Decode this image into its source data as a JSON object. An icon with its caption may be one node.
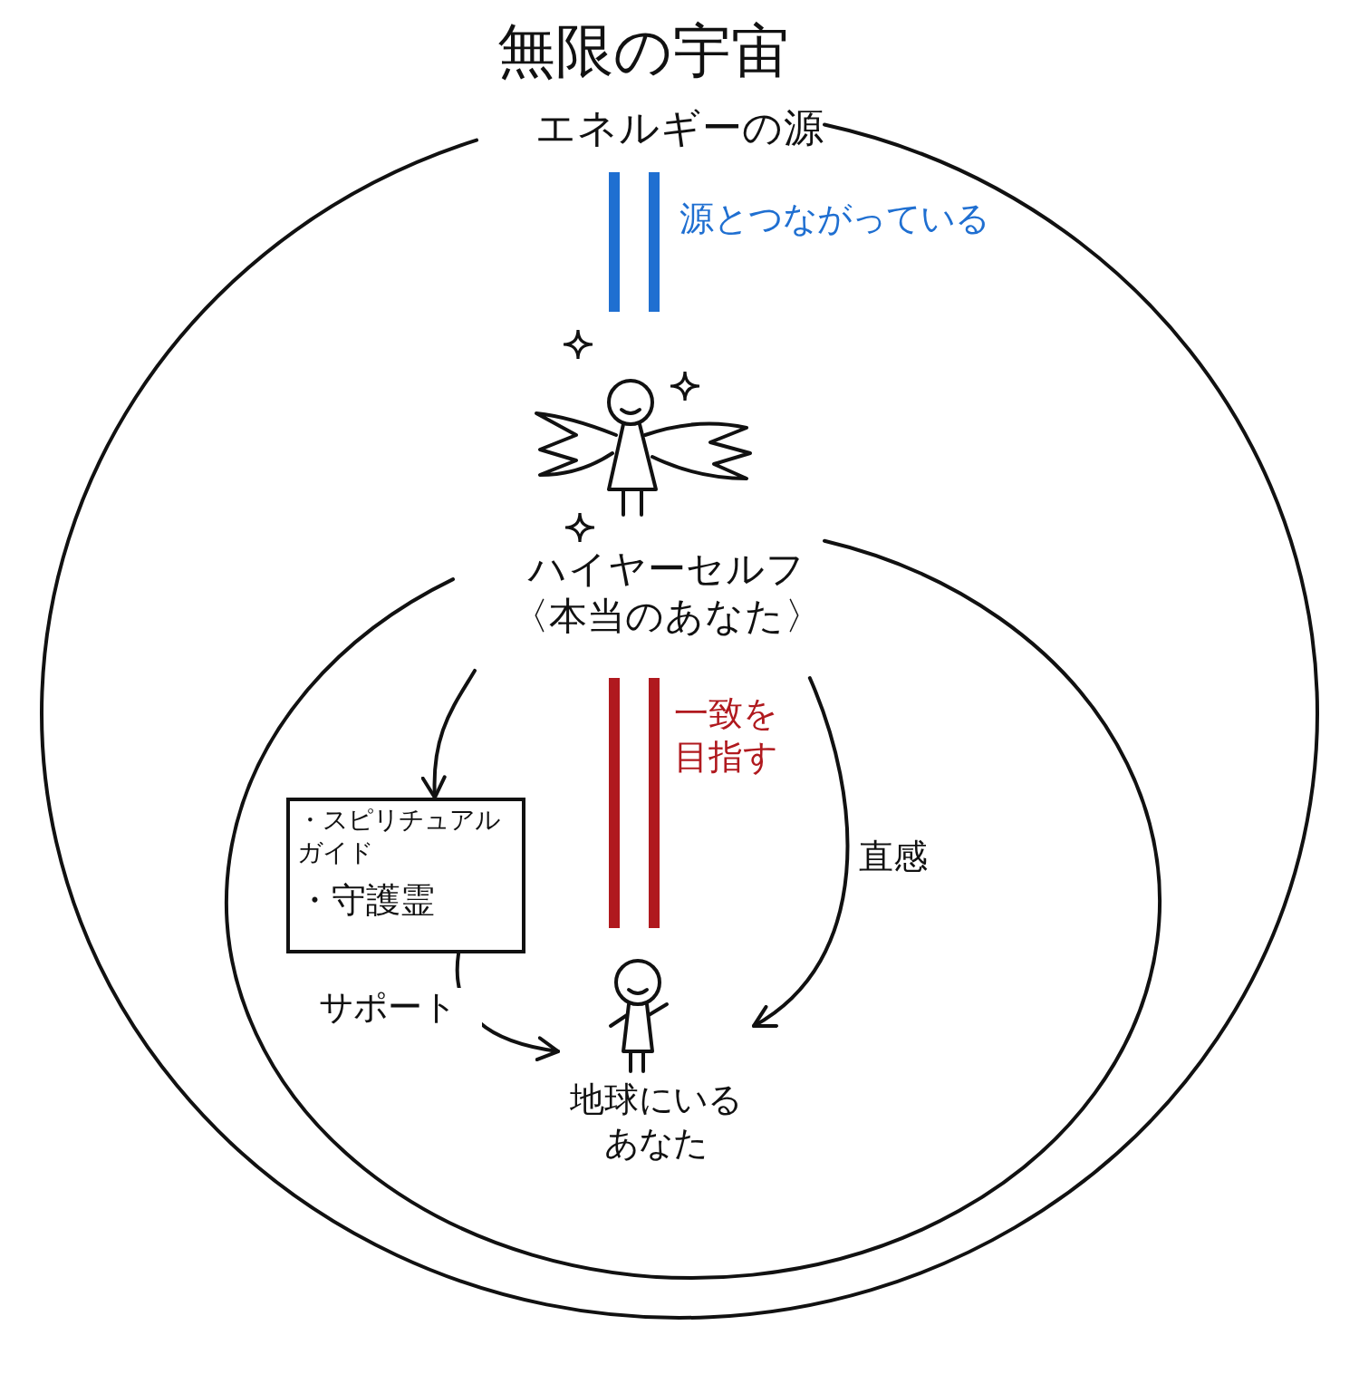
{
  "diagram": {
    "title": "無限の宇宙",
    "nodes": [
      {
        "text": [
          "エネルギーの源"
        ]
      },
      {
        "text": [
          "ハイヤーセルフ〈本当のあなた〉"
        ],
        "in": 0
      },
      {
        "text": [],
        "shape": "circle",
        "in": 0
      },
      {
        "text": [
          "・スピリチュアルガイド",
          "・守護霊"
        ],
        "in": 2
      },
      {
        "text": [
          "地球にいるあなた"
        ],
        "in": 2
      }
    ],
    "edges": [
      {
        "from": 0,
        "to": 1,
        "arrow": "none",
        "label": "源とつながっている",
        "style": "thick",
        "color": "#1f6fd1"
      },
      {
        "from": 1,
        "to": 4,
        "arrow": "none",
        "label": "一致を目指す",
        "style": "thick",
        "color": "#b0191e"
      },
      {
        "from": 1,
        "to": 3,
        "arrow": "to"
      },
      {
        "from": 3,
        "to": 4,
        "arrow": "to",
        "label": "サポート"
      },
      {
        "from": 1,
        "to": 4,
        "arrow": "to",
        "label": "直感"
      }
    ]
  }
}
